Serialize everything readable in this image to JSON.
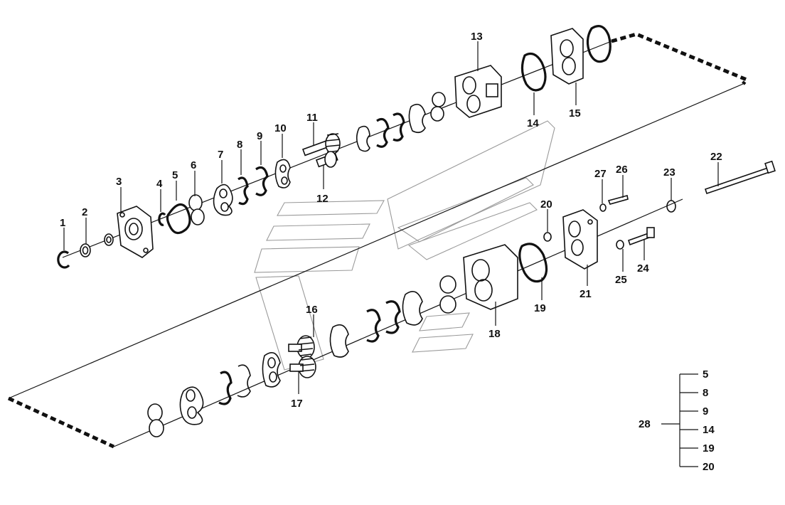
{
  "diagram": {
    "callouts": [
      "1",
      "2",
      "3",
      "4",
      "5",
      "6",
      "7",
      "8",
      "9",
      "10",
      "11",
      "12",
      "13",
      "14",
      "15",
      "16",
      "17",
      "18",
      "19",
      "20",
      "21",
      "22",
      "23",
      "24",
      "25",
      "26",
      "27"
    ],
    "group": {
      "parent": "28",
      "children": [
        "5",
        "8",
        "9",
        "14",
        "19",
        "20"
      ]
    }
  }
}
